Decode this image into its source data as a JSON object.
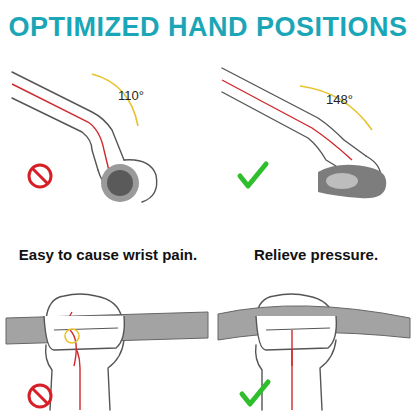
{
  "diagram": {
    "title": "OPTIMIZED HAND POSITIONS",
    "labels": [
      "110°",
      "148°",
      "Easy to cause wrist pain.",
      "Relieve pressure."
    ]
  }
}
